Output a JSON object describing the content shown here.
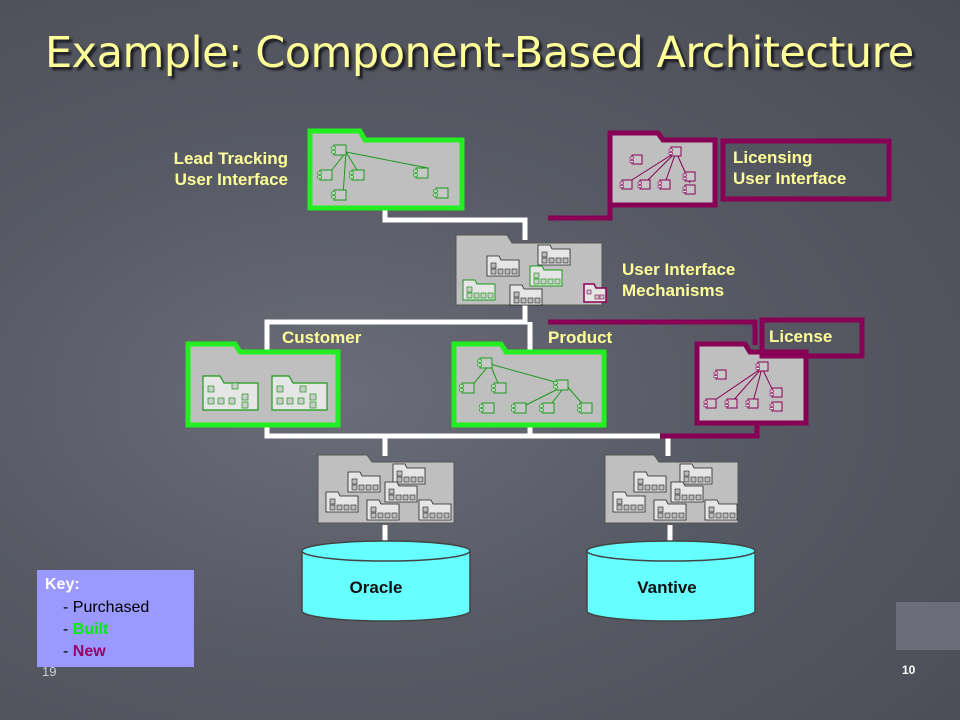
{
  "title": "Example: Component-Based Architecture",
  "labels": {
    "lead_tracking": [
      "Lead Tracking",
      "User Interface"
    ],
    "licensing": [
      "Licensing",
      "User Interface"
    ],
    "ui_mechanisms": [
      "User Interface",
      "Mechanisms"
    ],
    "customer": "Customer",
    "product": "Product",
    "license": "License"
  },
  "databases": {
    "oracle": "Oracle",
    "vantive": "Vantive"
  },
  "key": {
    "title": "Key:",
    "items": [
      {
        "prefix": "- ",
        "label": "Purchased",
        "color": "#000000"
      },
      {
        "prefix": "- ",
        "label": "Built",
        "color": "#00ee00"
      },
      {
        "prefix": "- ",
        "label": "New",
        "color": "#990066"
      }
    ]
  },
  "page_number_left": "19",
  "page_number_right": "10",
  "colors": {
    "built": "#22ee22",
    "new": "#880055",
    "purchased": "#c0c0c0",
    "database": "#66ffff",
    "title": "#ffff99",
    "key_background": "#9999ff"
  }
}
